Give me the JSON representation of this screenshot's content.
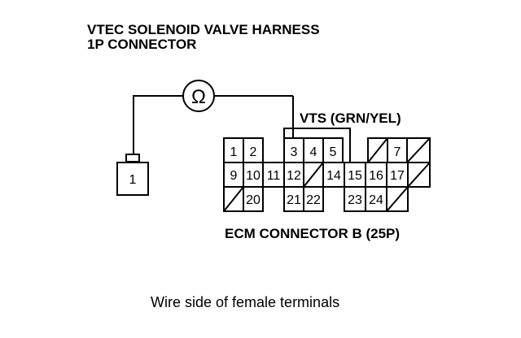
{
  "title": {
    "line1": "VTEC SOLENOID VALVE HARNESS",
    "line2": "1P CONNECTOR"
  },
  "meter_symbol": "Ω",
  "solenoid_connector": {
    "terminal": "1"
  },
  "vts_label": "VTS (GRN/YEL)",
  "ecm_connector": {
    "label": "ECM CONNECTOR B (25P)",
    "row1": [
      "1",
      "2",
      "",
      "3",
      "4",
      "5",
      "/",
      "7",
      "/"
    ],
    "row2": [
      "9",
      "10",
      "11",
      "12",
      "/",
      "14",
      "15",
      "16",
      "17",
      "/"
    ],
    "row3": [
      "/",
      "20",
      "",
      "21",
      "22",
      "",
      "23",
      "24",
      "/"
    ]
  },
  "caption": "Wire side of female terminals"
}
